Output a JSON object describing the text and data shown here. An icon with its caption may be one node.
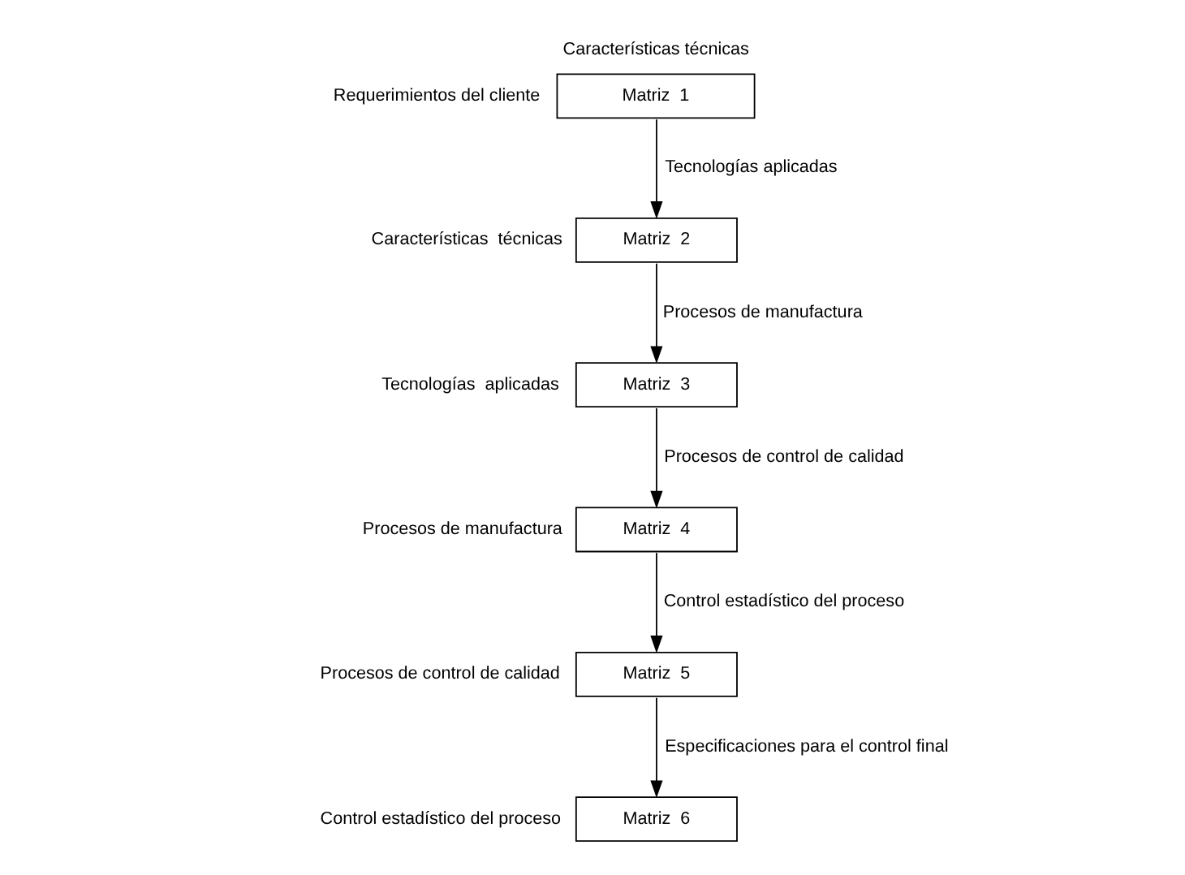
{
  "diagram": {
    "nodes": [
      {
        "text": [
          "Características técnicas",
          "Matriz  1"
        ],
        "beside": [
          "Requerimientos del cliente"
        ]
      },
      {
        "text": [
          "Matriz  2"
        ],
        "beside": [
          "Características  técnicas"
        ]
      },
      {
        "text": [
          "Matriz  3"
        ],
        "beside": [
          "Tecnologías  aplicadas"
        ]
      },
      {
        "text": [
          "Matriz  4"
        ],
        "beside": [
          "Procesos de manufactura"
        ]
      },
      {
        "text": [
          "Matriz  5"
        ],
        "beside": [
          "Procesos de control de calidad"
        ]
      },
      {
        "text": [
          "Matriz  6"
        ],
        "beside": [
          "Control estadístico del proceso"
        ]
      }
    ],
    "edges": [
      {
        "from": 0,
        "to": 1,
        "arrow": "to",
        "label": "Tecnologías aplicadas"
      },
      {
        "from": 1,
        "to": 2,
        "arrow": "to",
        "label": "Procesos de manufactura"
      },
      {
        "from": 2,
        "to": 3,
        "arrow": "to",
        "label": "Procesos de control de calidad"
      },
      {
        "from": 3,
        "to": 4,
        "arrow": "to",
        "label": "Control estadístico del proceso"
      },
      {
        "from": 4,
        "to": 5,
        "arrow": "to",
        "label": "Especificaciones para el control final"
      }
    ]
  }
}
